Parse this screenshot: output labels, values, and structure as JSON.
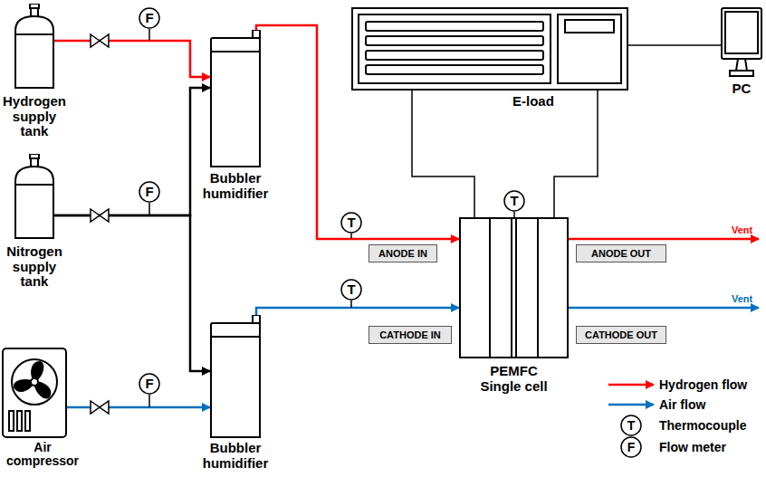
{
  "diagram": {
    "nodes": [
      {
        "text": [
          "Hydrogen supply tank"
        ]
      },
      {
        "text": [
          "F"
        ]
      },
      {
        "text": [
          "Bubbler humidifier"
        ]
      },
      {
        "text": [
          "E-load"
        ]
      },
      {
        "text": [
          "PC"
        ]
      },
      {
        "text": [
          "T"
        ]
      },
      {
        "text": [
          "T"
        ]
      },
      {
        "text": [
          "ANODE IN"
        ]
      },
      {
        "text": [
          "PEMFC Single cell"
        ]
      },
      {
        "text": [
          "ANODE OUT"
        ]
      },
      {
        "text": [
          "Nitrogen supply tank"
        ]
      },
      {
        "text": [
          "F"
        ]
      },
      {
        "text": [
          "T"
        ]
      },
      {
        "text": [
          "CATHODE IN"
        ]
      },
      {
        "text": [
          "CATHODE OUT"
        ]
      },
      {
        "text": [
          "Air compressor"
        ]
      },
      {
        "text": [
          "F"
        ]
      },
      {
        "text": [
          "Bubbler humidifier"
        ]
      }
    ],
    "edges": [
      {
        "from": 0,
        "to": 2,
        "arrow": "to"
      },
      {
        "from": 2,
        "to": 8,
        "arrow": "to"
      },
      {
        "from": 10,
        "to": 2,
        "arrow": "to"
      },
      {
        "from": 10,
        "to": 17,
        "arrow": "to"
      },
      {
        "from": 15,
        "to": 17,
        "arrow": "to"
      },
      {
        "from": 17,
        "to": 8,
        "arrow": "to"
      },
      {
        "from": 3,
        "to": 8,
        "arrow": "none"
      },
      {
        "from": 3,
        "to": 8,
        "arrow": "none"
      },
      {
        "from": 3,
        "to": 4,
        "arrow": "none"
      }
    ],
    "labels": [
      "Vent",
      "Vent",
      "T",
      "F"
    ],
    "legend": [
      {
        "text": "Hydrogen flow"
      },
      {
        "text": "Air flow"
      },
      {
        "text": "Thermocouple"
      },
      {
        "text": "Flow meter"
      }
    ]
  }
}
